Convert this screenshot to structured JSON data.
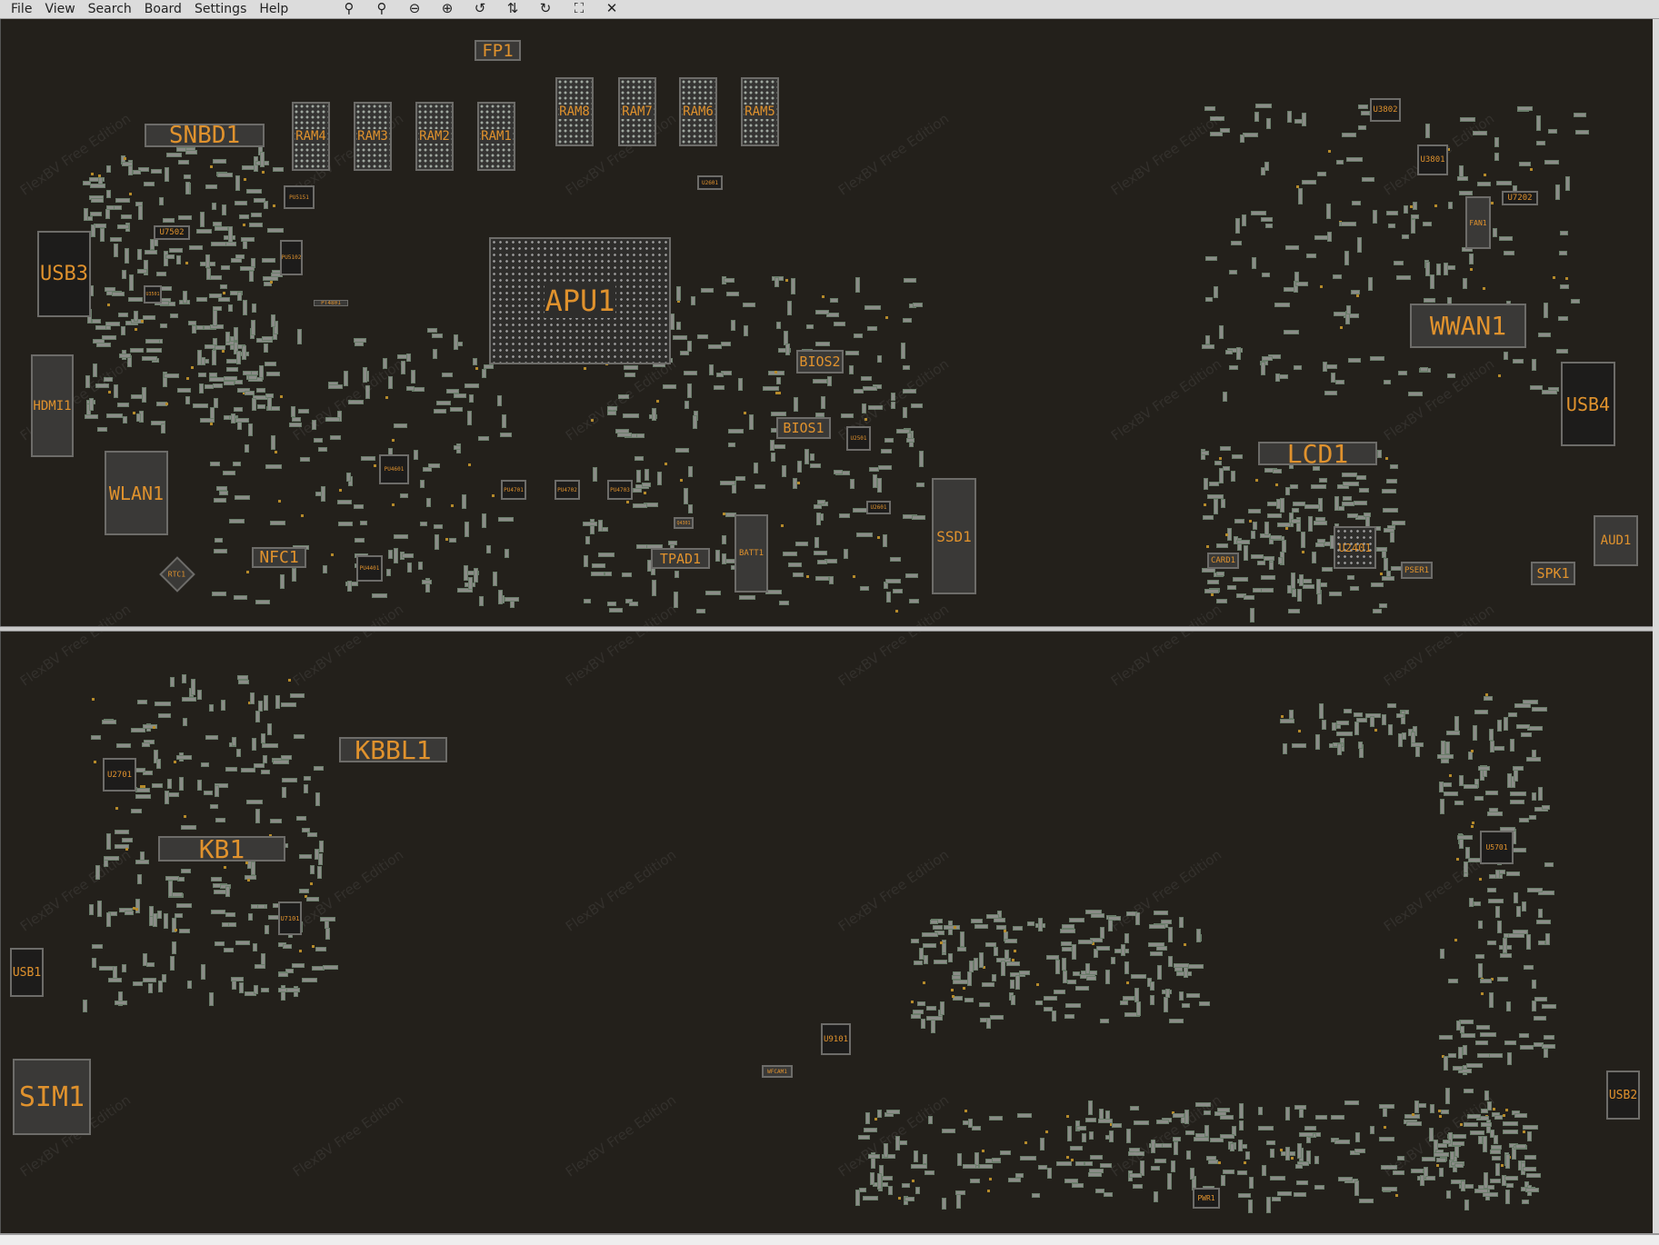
{
  "menu": [
    "File",
    "View",
    "Search",
    "Board",
    "Settings",
    "Help"
  ],
  "toolbar": [
    {
      "icon": "zoom-out-magnifier-icon",
      "glyph": "⚲"
    },
    {
      "icon": "zoom-in-magnifier-icon",
      "glyph": "⚲"
    },
    {
      "icon": "zoom-out-circle-icon",
      "glyph": "⊖"
    },
    {
      "icon": "zoom-in-circle-icon",
      "glyph": "⊕"
    },
    {
      "icon": "rotate-ccw-icon",
      "glyph": "↺"
    },
    {
      "icon": "flip-icon",
      "glyph": "⇅"
    },
    {
      "icon": "rotate-cw-icon",
      "glyph": "↻"
    },
    {
      "icon": "fit-view-icon",
      "glyph": "⛶"
    },
    {
      "icon": "close-icon",
      "glyph": "✕"
    }
  ],
  "watermark": "FlexBV Free Edition",
  "top_side": {
    "fp1": "FP1",
    "snbd1": "SNBD1",
    "ram": [
      "RAM4",
      "RAM3",
      "RAM2",
      "RAM1",
      "RAM8",
      "RAM7",
      "RAM6",
      "RAM5"
    ],
    "usb3": "USB3",
    "apu1": "APU1",
    "hdmi1": "HDMI1",
    "wlan1": "WLAN1",
    "nfc1": "NFC1",
    "rtc1": "RTC1",
    "bios2": "BIOS2",
    "bios1": "BIOS1",
    "tpad1": "TPAD1",
    "batt1": "BATT1",
    "ssd1": "SSD1",
    "lcd1": "LCD1",
    "wwan1": "WWAN1",
    "usb4": "USB4",
    "aud1": "AUD1",
    "spk1": "SPK1",
    "card1": "CARD1",
    "u2401": "U2401",
    "pser1": "PSER1",
    "u3802": "U3802",
    "u3801": "U3801",
    "u7202": "U7202",
    "fan1": "FAN1",
    "u7502": "U7502",
    "pu5151": "PU5151",
    "pu5102": "PU5102",
    "pt4801": "PT4801",
    "u3501": "U3501",
    "u2501": "U2501",
    "u2601": "U2601",
    "pu4601": "PU4601",
    "pu4401": "PU4401",
    "q4301": "Q4301",
    "pu4701": "PU4701",
    "pu4702": "PU4702",
    "pu4703": "PU4703",
    "u2601b": "U2601"
  },
  "bottom_side": {
    "kbbl1": "KBBL1",
    "kb1": "KB1",
    "u2701": "U2701",
    "u7101": "U7101",
    "usb1": "USB1",
    "sim1": "SIM1",
    "u9101": "U9101",
    "wfcam1": "WFCAM1",
    "pwr1": "PWR1",
    "usb2": "USB2",
    "u5701": "U5701"
  }
}
